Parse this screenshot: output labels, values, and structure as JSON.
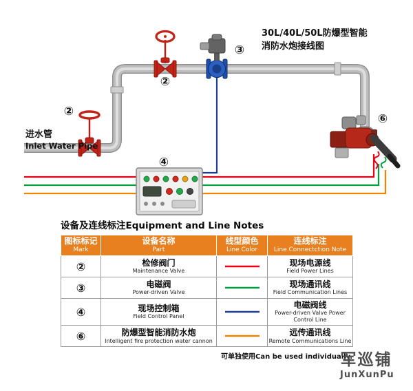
{
  "diagram": {
    "title_line1": "30L/40L/50L防爆型智能",
    "title_line2": "消防水炮接线图",
    "inlet_zh": "进水管",
    "inlet_en": "Inlet Water Pipe",
    "marks": {
      "maintenance_valve_left": "②",
      "maintenance_valve_top": "②",
      "solenoid_valve": "③",
      "control_panel": "④",
      "water_cannon": "⑥"
    }
  },
  "line_colors": {
    "field_power": "#e60012",
    "field_comm": "#009e3d",
    "solenoid": "#1c3f94",
    "remote_comm": "#f08300"
  },
  "colors": {
    "header_bg": "#e8801f"
  },
  "table": {
    "title": "设备及连线标注Equipment and Line Notes",
    "headers": [
      {
        "zh": "图标标记",
        "en": "Mark"
      },
      {
        "zh": "设备名称",
        "en": "Part"
      },
      {
        "zh": "线型颜色",
        "en": "Line Color"
      },
      {
        "zh": "连线标注",
        "en": "Line Connectction Note"
      }
    ],
    "rows": [
      {
        "mark": "②",
        "part_zh": "检修阀门",
        "part_en": "Maintenance Valve",
        "note_zh": "现场电源线",
        "note_en": "Field Power Lines"
      },
      {
        "mark": "③",
        "part_zh": "电磁阀",
        "part_en": "Power-driven Valve",
        "note_zh": "现场通讯线",
        "note_en": "Field Communication Lines"
      },
      {
        "mark": "④",
        "part_zh": "现场控制箱",
        "part_en": "Field Control Panel",
        "note_zh": "电磁阀线",
        "note_en": "Power-driven Valve Power Control Line"
      },
      {
        "mark": "⑥",
        "part_zh": "防爆型智能消防水炮",
        "part_en": "Intelligent fire protection water cannon",
        "note_zh": "远传通讯线",
        "note_en": "Remote Communications Line"
      }
    ],
    "footnote": "可单独使用Can be used individually."
  },
  "logo": {
    "zh": "军巡铺",
    "en": "JunXunPu"
  }
}
